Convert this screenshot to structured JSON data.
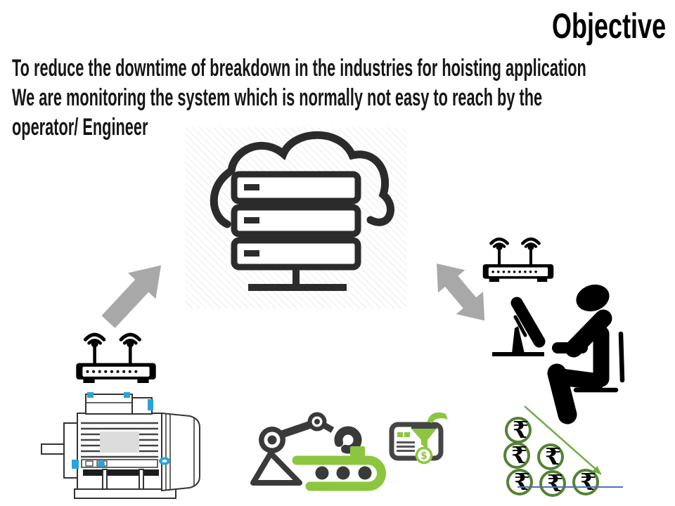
{
  "slide": {
    "title": "Objective",
    "body_lines": [
      "To reduce the downtime of breakdown in the industries for hoisting application",
      "We are monitoring the system which is normally not easy to reach by the",
      "operator/ Engineer"
    ]
  },
  "symbols": {
    "rupee": "₹",
    "dollar": "$"
  },
  "icons": {
    "cloud_server": "cloud-server-icon",
    "wifi_router_left": "wifi-router-icon",
    "wifi_router_right": "wifi-router-icon",
    "electric_motor": "electric-motor-illustration",
    "up_right_arrow": "up-right-arrow-icon",
    "double_headed_arrow": "double-headed-arrow-icon",
    "operator_workstation": "person-at-computer-icon",
    "robotic_arm_conveyor": "robotic-arm-conveyor-icon",
    "money_funnel": "money-funnel-icon",
    "rupee_coins": "rupee-coin-icons",
    "cost_decrease_arrow": "decreasing-trend-arrow-icon"
  },
  "colors": {
    "text": "#161616",
    "icon_dark": "#2b2b2b",
    "accent_green": "#8CC63F",
    "coin_ring_green": "#548235",
    "trend_arrow_green": "#70AD47",
    "gray_arrow": "#a8a8a8",
    "motor_accent_blue": "#2aa3dd",
    "baseline_blue": "#4a72b8"
  }
}
